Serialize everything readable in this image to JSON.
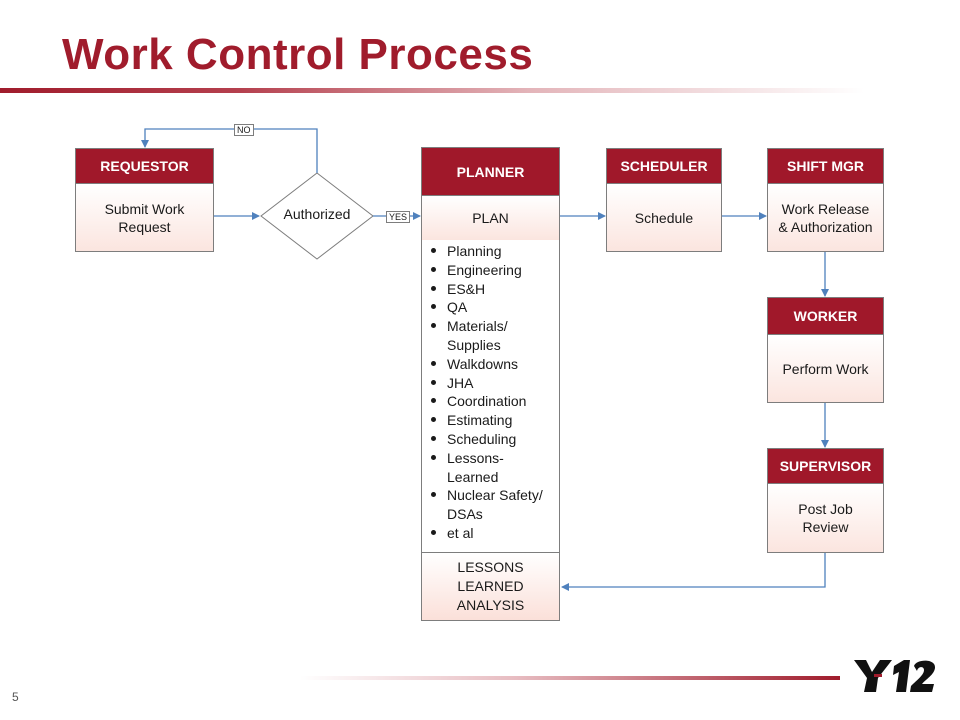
{
  "title": "Work Control Process",
  "page_number": "5",
  "logo_text": "Y-12",
  "colors": {
    "accent": "#a01c2c",
    "header_fill": "#a0182a",
    "connector": "#4f81bd"
  },
  "requestor": {
    "header": "REQUESTOR",
    "body": "Submit Work\nRequest"
  },
  "decision": {
    "label": "Authorized",
    "no_label": "NO",
    "yes_label": "YES"
  },
  "planner": {
    "header": "PLANNER",
    "body": "PLAN",
    "items": [
      "Planning",
      "Engineering",
      "ES&H",
      "QA",
      "Materials/\nSupplies",
      "Walkdowns",
      "JHA",
      "Coordination",
      "Estimating",
      "Scheduling",
      "Lessons-\nLearned",
      "Nuclear Safety/\nDSAs",
      "et al"
    ],
    "lessons": "LESSONS\nLEARNED\nANALYSIS"
  },
  "scheduler": {
    "header": "SCHEDULER",
    "body": "Schedule"
  },
  "shift_mgr": {
    "header": "SHIFT MGR",
    "body": "Work Release\n& Authorization"
  },
  "worker": {
    "header": "WORKER",
    "body": "Perform Work"
  },
  "supervisor": {
    "header": "SUPERVISOR",
    "body": "Post Job\nReview"
  }
}
